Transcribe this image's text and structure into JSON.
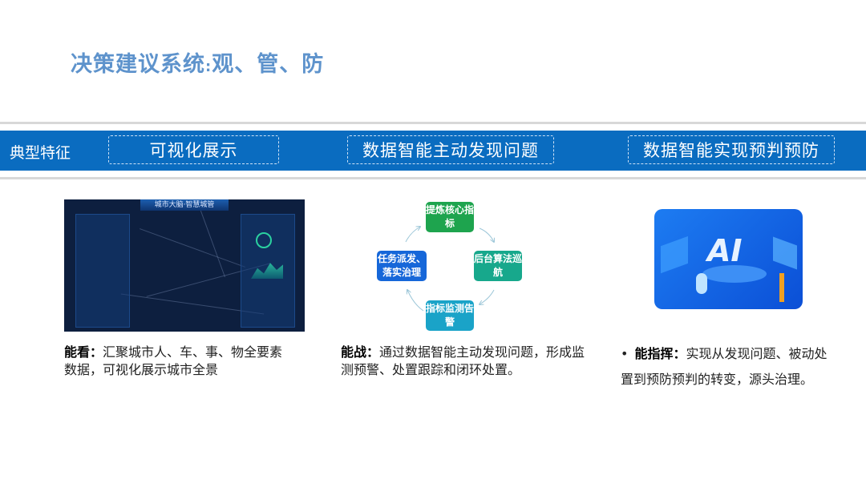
{
  "title": {
    "main": "决策建议系统",
    "sep": ":",
    "sub": "观、管、防"
  },
  "band": {
    "label": "典型特征",
    "features": [
      "可视化展示",
      "数据智能主动发现问题",
      "数据智能实现预判预防"
    ]
  },
  "dashboard": {
    "title": "城市大脑·智慧城管"
  },
  "cycle": {
    "steps": [
      "提炼核心指标",
      "后台算法巡航",
      "指标监测告警",
      "任务派发、落实治理"
    ],
    "colors": [
      "#1ea44e",
      "#17a88c",
      "#1aa3c8",
      "#1667d9"
    ]
  },
  "ai_image": {
    "label": "AI"
  },
  "columns": [
    {
      "lead": "能看：",
      "text": "汇聚城市人、车、事、物全要素数据，可视化展示城市全景"
    },
    {
      "lead": "能战：",
      "text": "通过数据智能主动发现问题，形成监测预警、处置跟踪和闭环处置。"
    },
    {
      "bullet": "•",
      "lead": "能指挥：",
      "text": "实现从发现问题、被动处置到预防预判的转变，源头治理。"
    }
  ]
}
